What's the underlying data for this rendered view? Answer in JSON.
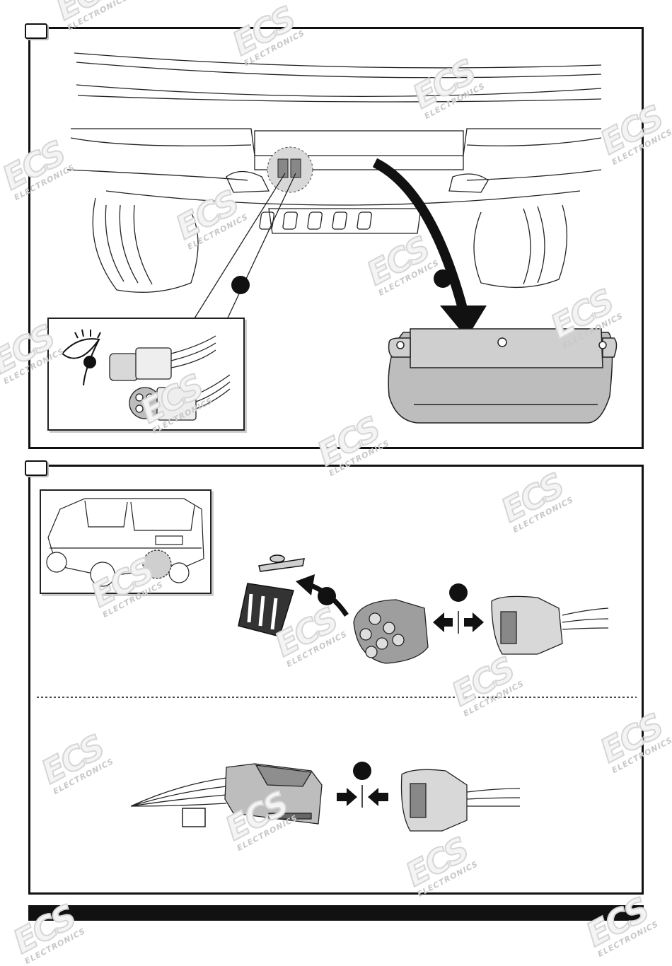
{
  "watermark": {
    "brand": "ECS",
    "sub": "ELECTRONICS"
  },
  "steps": [
    {
      "id": "step-1",
      "number": ""
    },
    {
      "id": "step-2",
      "number": ""
    }
  ],
  "colors": {
    "line": "#222222",
    "fill_light": "#ffffff",
    "fill_mid": "#bdbdbd",
    "fill_dark": "#3a3a3a",
    "watermark": "#d0d0d0",
    "footer": "#111111"
  },
  "icons": [
    "eye-icon",
    "trash-bin-icon",
    "disconnect-arrows-icon",
    "connect-arrows-icon",
    "curved-arrow-icon"
  ]
}
